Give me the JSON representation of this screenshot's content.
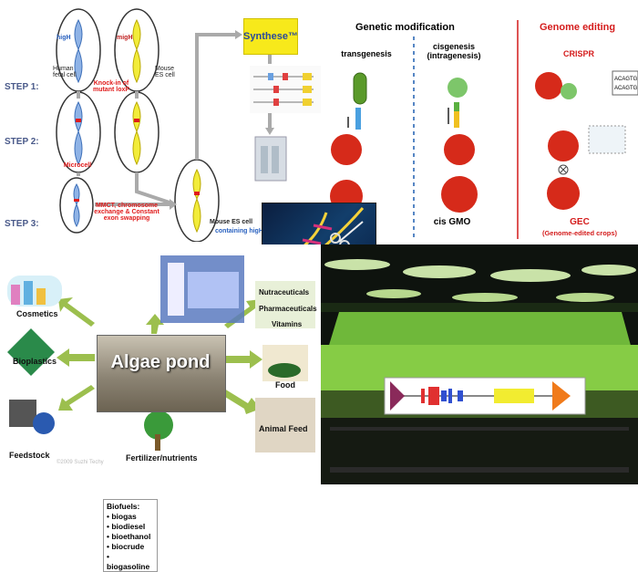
{
  "panel_chromosome": {
    "steps": [
      "STEP 1:",
      "STEP 2:",
      "STEP 3:"
    ],
    "human_label": "Human fetal cell",
    "mouse_label": "Mouse ES cell",
    "knockin": "Knock-in of mutant loxP",
    "microcell": "Microcell",
    "mmct": "MMCT, chromosome exchange & Constant exon swapping",
    "mouse_es_containing": "Mouse ES cell",
    "containing": "containing higH",
    "high": "higH",
    "migh": "migH",
    "synthese": "Synthese™"
  },
  "panel_genetic": {
    "title_mod": "Genetic modification",
    "title_edit": "Genome editing",
    "transgenesis": "transgenesis",
    "cisgenesis": "cisgenesis (intragenesis)",
    "crispr": "CRISPR",
    "cis_gmo": "cis GMO",
    "gec": "GEC",
    "gec_sub": "(Genome-edited crops)",
    "seq_top": "ACAGTG",
    "seq_bot": "ACAGTG",
    "colors": {
      "red": "#d41c1c",
      "title": "#1a1a1a"
    }
  },
  "panel_algae": {
    "pond": "Algae pond",
    "biofuels_title": "Biofuels:",
    "biofuels": [
      "• biogas",
      "• biodiesel",
      "• bioethanol",
      "• biocrude",
      "• biogasoline"
    ],
    "cosmetics": "Cosmetics",
    "bioplastics": "Bioplastics",
    "feedstock": "Feedstock",
    "fertilizer": "Fertilizer/nutrients",
    "nutraceuticals": "Nutraceuticals",
    "pharmaceuticals": "Pharmaceuticals",
    "vitamins": "Vitamins",
    "food": "Food",
    "animal_feed": "Animal Feed",
    "credit": "©2009 Suzhi Techy"
  }
}
